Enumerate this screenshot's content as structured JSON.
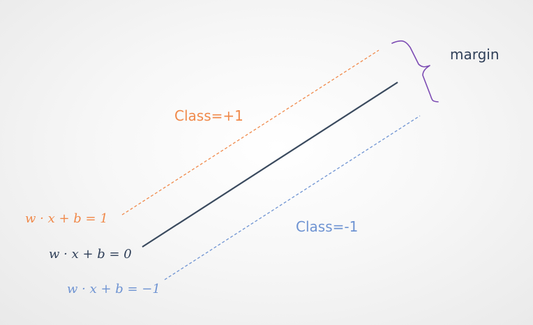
{
  "diagram": {
    "labels": {
      "margin": "margin",
      "class_pos": "Class=+1",
      "class_neg": "Class=-1",
      "eq_pos": "w · x + b = 1",
      "eq_zero": "w · x + b = 0",
      "eq_neg": "w · x + b = −1"
    },
    "colors": {
      "positive": "#F0894A",
      "hyperplane": "#3A4A5E",
      "negative": "#6E93D2",
      "brace": "#7C4BB3",
      "margin_text": "#2F3F58"
    }
  }
}
